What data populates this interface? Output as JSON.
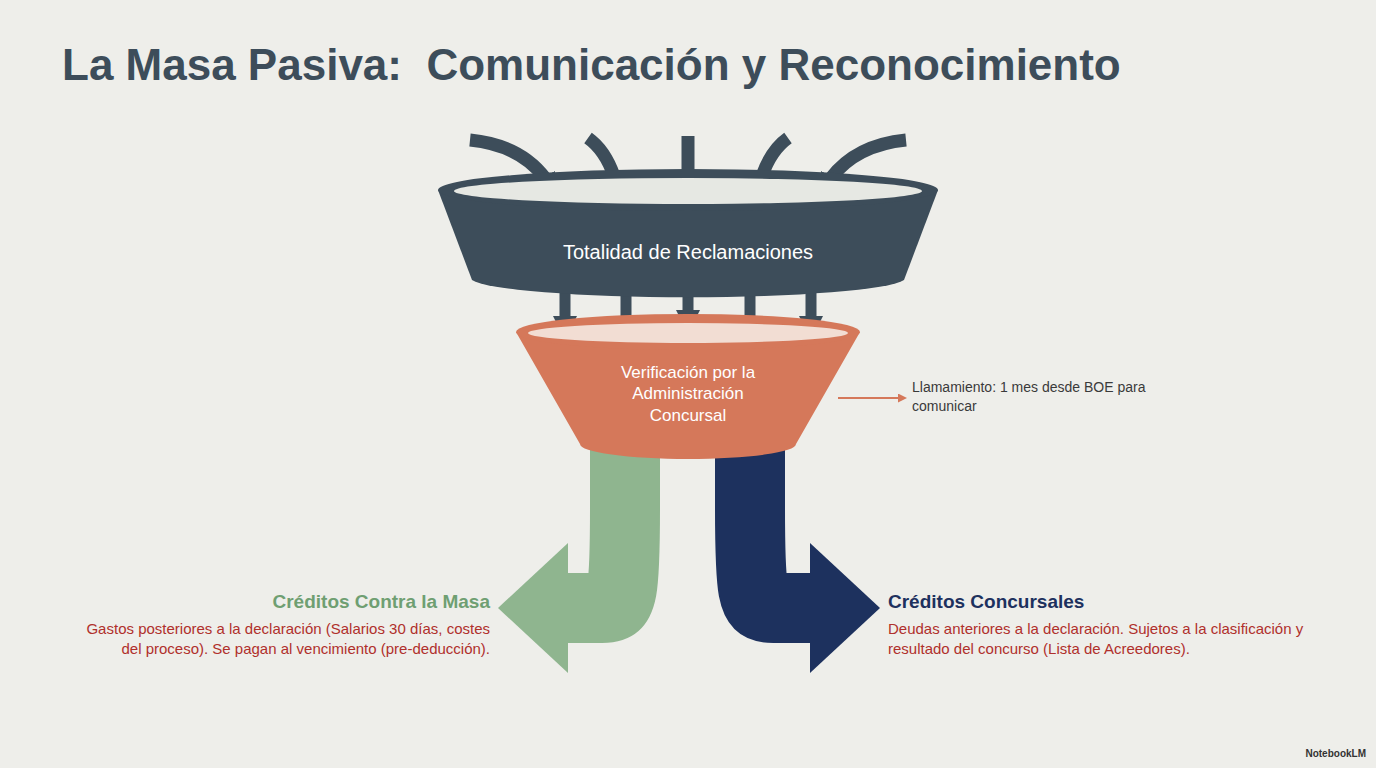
{
  "diagram": {
    "title": "La Masa Pasiva:  Comunicación y Reconocimiento",
    "nodes": [
      {
        "text": [
          "Totalidad de Reclamaciones"
        ]
      },
      {
        "text": [
          "Verificación por la Administración Concursal"
        ]
      },
      {
        "text": [
          "Créditos Contra la Masa",
          "Gastos posteriores a la declaración (Salarios 30 días, costes del proceso). Se pagan al vencimiento (pre-deducción)."
        ]
      },
      {
        "text": [
          "Créditos Concursales",
          "Deudas anteriores a la declaración. Sujetos a la clasificación y resultado del concurso (Lista de Acreedores)."
        ]
      }
    ],
    "edges": [
      {
        "from": 0,
        "to": 1,
        "arrow": "to"
      },
      {
        "from": 1,
        "to": 2,
        "arrow": "to"
      },
      {
        "from": 1,
        "to": 3,
        "arrow": "to"
      }
    ],
    "labels": [
      "Llamamiento: 1 mes desde BOE para comunicar",
      "NotebookLM"
    ]
  }
}
